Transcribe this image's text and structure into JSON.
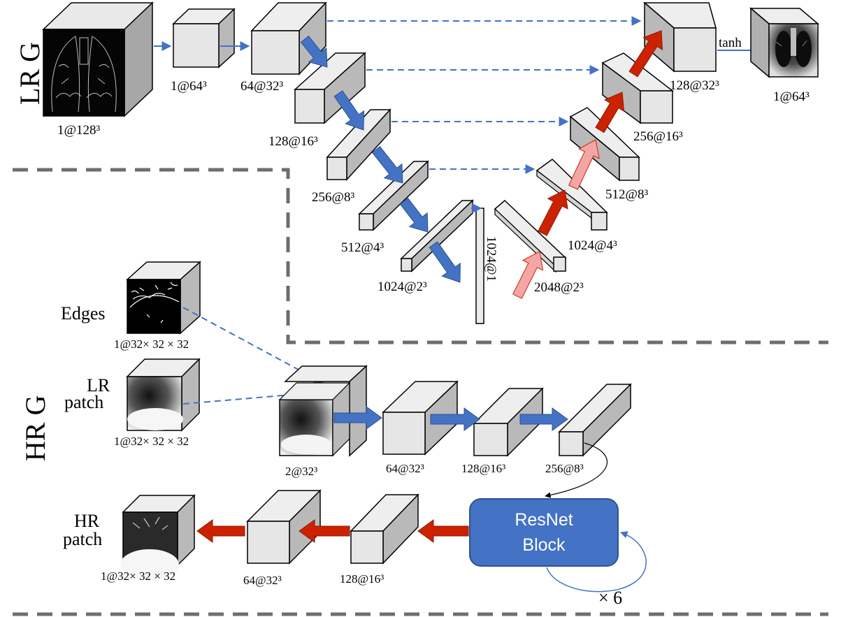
{
  "sections": {
    "lr_title": "LR G",
    "hr_title": "HR G"
  },
  "lr_generator": {
    "input_label": "1@128³",
    "downsample_label": "1@64³",
    "encoder_labels": [
      "64@32³",
      "128@16³",
      "256@8³",
      "512@4³",
      "1024@2³"
    ],
    "bottleneck_label": "1024@1",
    "decoder_labels": [
      "2048@2³",
      "1024@4³",
      "512@8³",
      "256@16³",
      "128@32³"
    ],
    "activation_label": "tanh",
    "output_label": "1@64³"
  },
  "hr_generator": {
    "edges_word": "Edges",
    "edges_label": "1@32× 32 × 32",
    "lr_patch_word_line1": "LR",
    "lr_patch_word_line2": "patch",
    "lr_patch_label": "1@32× 32 × 32",
    "encoder_labels": [
      "2@32³",
      "64@32³",
      "128@16³",
      "256@8³"
    ],
    "resnet_line1": "ResNet",
    "resnet_line2": "Block",
    "repeat_label": "× 6",
    "decoder_labels": [
      "128@16³",
      "64@32³"
    ],
    "hr_patch_word_line1": "HR",
    "hr_patch_word_line2": "patch",
    "hr_patch_label": "1@32× 32 × 32"
  },
  "colors": {
    "encoder_arrow": "#4472c4",
    "decoder_arrow": "#cc2200",
    "decoder_arrow_light": "#f4a6a6",
    "resnet_block": "#4472c4",
    "divider": "#6e6e6e"
  },
  "icons": [
    "ct-slice-image",
    "edge-map-image",
    "lung-patch-image"
  ]
}
